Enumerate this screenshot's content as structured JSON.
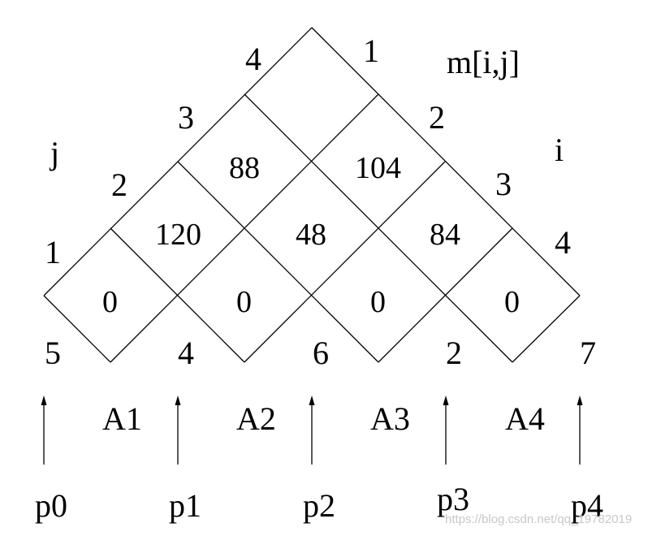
{
  "title": "m[i,j]",
  "j_label": "j",
  "i_label": "i",
  "j_indices": [
    "4",
    "3",
    "2",
    "1"
  ],
  "i_indices": [
    "1",
    "2",
    "3",
    "4"
  ],
  "cells": {
    "row0": [
      "0",
      "0",
      "0",
      "0"
    ],
    "row1": [
      "120",
      "48",
      "84"
    ],
    "row2": [
      "88",
      "104"
    ]
  },
  "dimensions": [
    "5",
    "4",
    "6",
    "2",
    "7"
  ],
  "matrices": [
    "A1",
    "A2",
    "A3",
    "A4"
  ],
  "p_labels": [
    "p0",
    "p1",
    "p2",
    "p3",
    "p4"
  ],
  "watermark": "https://blog.csdn.net/qq_19782019"
}
